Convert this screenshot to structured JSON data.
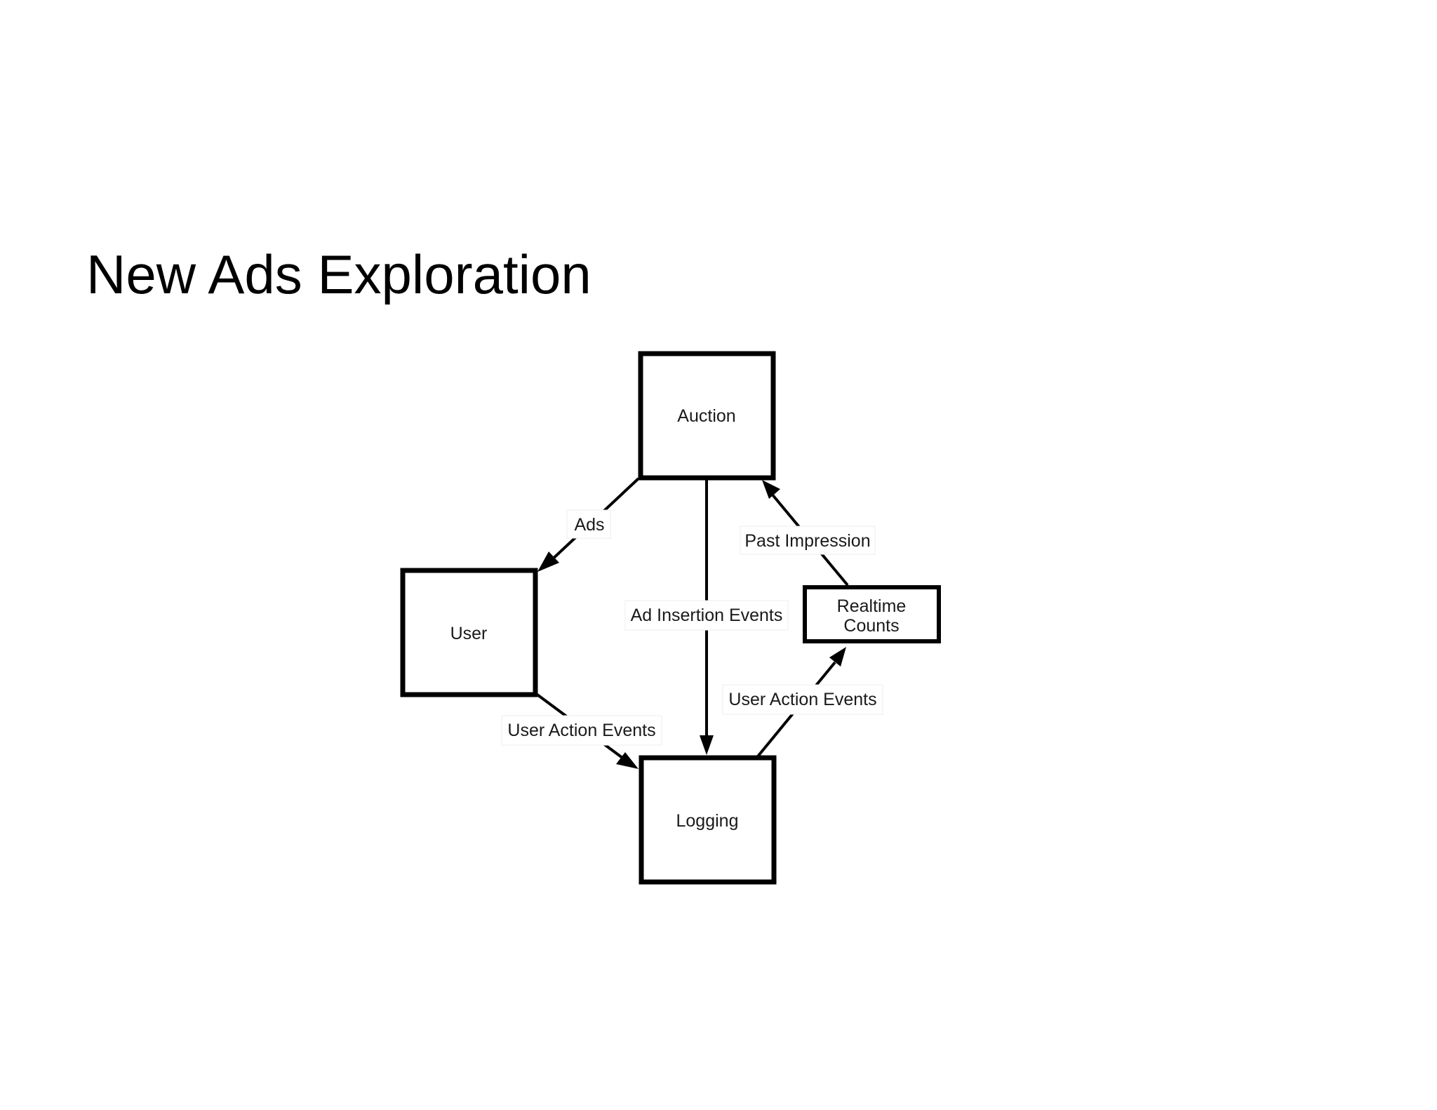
{
  "title": "New Ads Exploration",
  "nodes": {
    "auction": "Auction",
    "user": "User",
    "logging": "Logging",
    "realtime_line1": "Realtime",
    "realtime_line2": "Counts"
  },
  "edges": {
    "ads": "Ads",
    "ad_insertion_events": "Ad Insertion Events",
    "past_impression": "Past Impression",
    "user_action_events_user_to_logging": "User Action Events",
    "user_action_events_logging_to_realtime": "User Action Events"
  }
}
